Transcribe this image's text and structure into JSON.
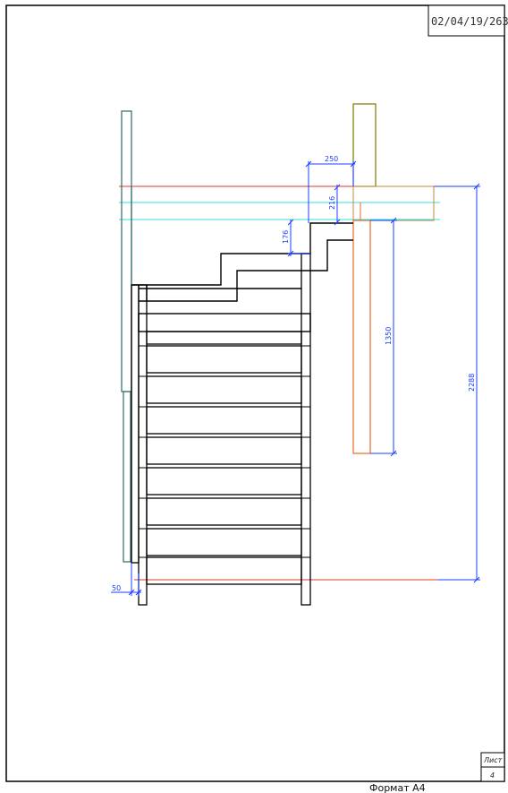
{
  "sheet": {
    "code": "02/04/19/263",
    "sheet_label": "Лист",
    "sheet_number": "4",
    "format_label": "Формат А4"
  },
  "dimensions": {
    "tread": "250",
    "rise_top": "216",
    "rise": "176",
    "landing_height": "1350",
    "total_height": "2288",
    "offset": "50"
  },
  "colors": {
    "frame": "#000000",
    "dimension": "#1a3cff",
    "floor_line": "#e03a2a",
    "cyan": "#33dddd",
    "column": "#7a7a00",
    "rail": "#2f6b66",
    "orange": "#e86a2a"
  }
}
